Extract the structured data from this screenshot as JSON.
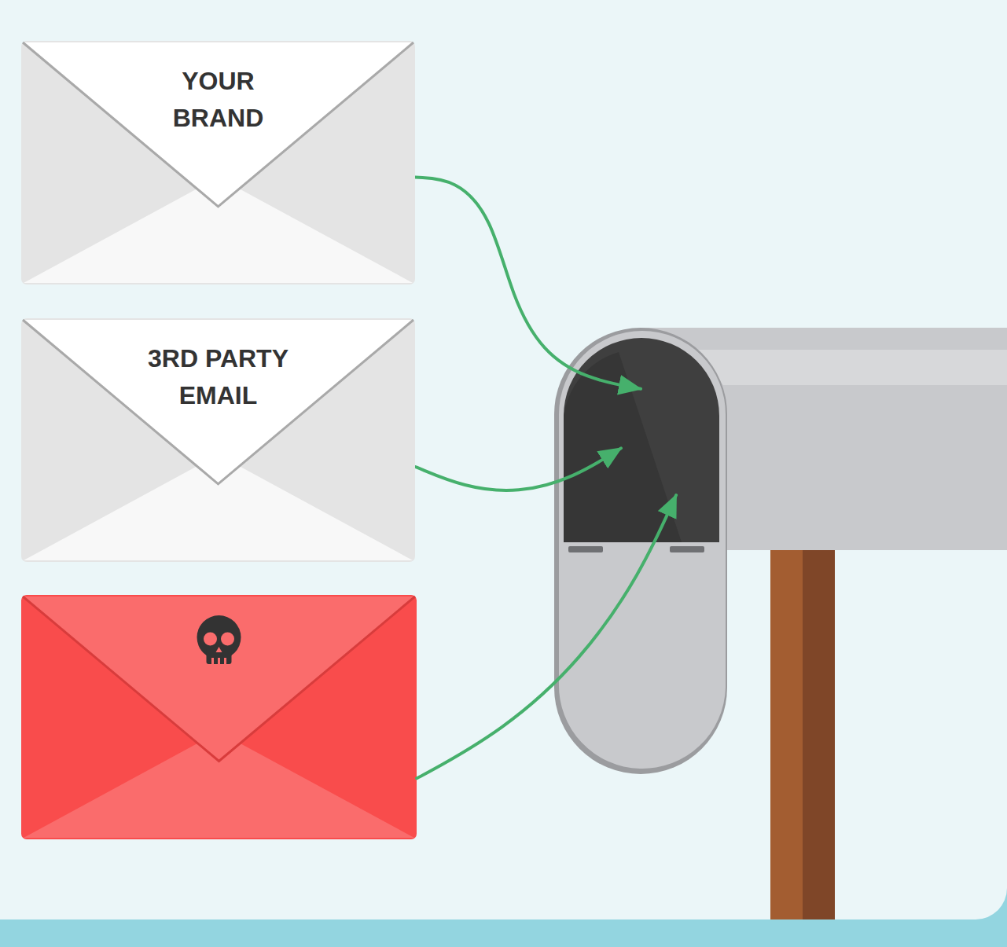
{
  "diagram": {
    "nodes": [
      {
        "text": [
          "YOUR BRAND"
        ]
      },
      {
        "text": [
          "3RD PARTY EMAIL"
        ]
      },
      {
        "text": []
      },
      {
        "text": []
      }
    ],
    "edges": [
      {
        "from": 0,
        "to": 3,
        "arrow": "to"
      },
      {
        "from": 1,
        "to": 3,
        "arrow": "to"
      },
      {
        "from": 2,
        "to": 3,
        "arrow": "to"
      }
    ]
  }
}
